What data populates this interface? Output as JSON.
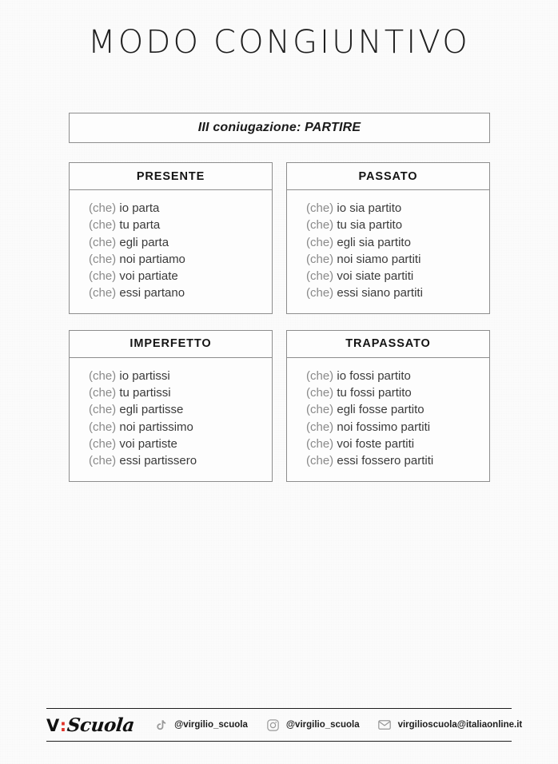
{
  "page": {
    "title": "MODO CONGIUNTIVO",
    "subtitle": "III coniugazione: PARTIRE",
    "background_color": "#fbfbfb",
    "text_color": "#2b2b2b",
    "muted_color": "#8a8a8a",
    "border_color": "#8d8d8d",
    "accent_color": "#e03127"
  },
  "tenses": [
    {
      "name": "PRESENTE",
      "forms": [
        {
          "particle": "(che)",
          "conjugation": "io parta"
        },
        {
          "particle": "(che)",
          "conjugation": "tu parta"
        },
        {
          "particle": "(che)",
          "conjugation": "egli parta"
        },
        {
          "particle": "(che)",
          "conjugation": "noi partiamo"
        },
        {
          "particle": "(che)",
          "conjugation": "voi partiate"
        },
        {
          "particle": "(che)",
          "conjugation": "essi partano"
        }
      ]
    },
    {
      "name": "PASSATO",
      "forms": [
        {
          "particle": "(che)",
          "conjugation": "io sia partito"
        },
        {
          "particle": "(che)",
          "conjugation": "tu sia partito"
        },
        {
          "particle": "(che)",
          "conjugation": "egli sia partito"
        },
        {
          "particle": "(che)",
          "conjugation": "noi siamo partiti"
        },
        {
          "particle": "(che)",
          "conjugation": "voi siate partiti"
        },
        {
          "particle": "(che)",
          "conjugation": "essi siano partiti"
        }
      ]
    },
    {
      "name": "IMPERFETTO",
      "forms": [
        {
          "particle": "(che)",
          "conjugation": "io partissi"
        },
        {
          "particle": "(che)",
          "conjugation": "tu partissi"
        },
        {
          "particle": "(che)",
          "conjugation": "egli partisse"
        },
        {
          "particle": "(che)",
          "conjugation": "noi partissimo"
        },
        {
          "particle": "(che)",
          "conjugation": "voi partiste"
        },
        {
          "particle": "(che)",
          "conjugation": "essi partissero"
        }
      ]
    },
    {
      "name": "TRAPASSATO",
      "forms": [
        {
          "particle": "(che)",
          "conjugation": "io fossi partito"
        },
        {
          "particle": "(che)",
          "conjugation": "tu fossi partito"
        },
        {
          "particle": "(che)",
          "conjugation": "egli fosse partito"
        },
        {
          "particle": "(che)",
          "conjugation": "noi fossimo partiti"
        },
        {
          "particle": "(che)",
          "conjugation": "voi foste partiti"
        },
        {
          "particle": "(che)",
          "conjugation": "essi fossero partiti"
        }
      ]
    }
  ],
  "footer": {
    "brand": {
      "prefix": "V",
      "colon": ":",
      "name": "Scuola"
    },
    "contacts": [
      {
        "icon": "tiktok-icon",
        "label": "@virgilio_scuola"
      },
      {
        "icon": "instagram-icon",
        "label": "@virgilio_scuola"
      },
      {
        "icon": "email-icon",
        "label": "virgilioscuola@italiaonline.it"
      }
    ]
  }
}
